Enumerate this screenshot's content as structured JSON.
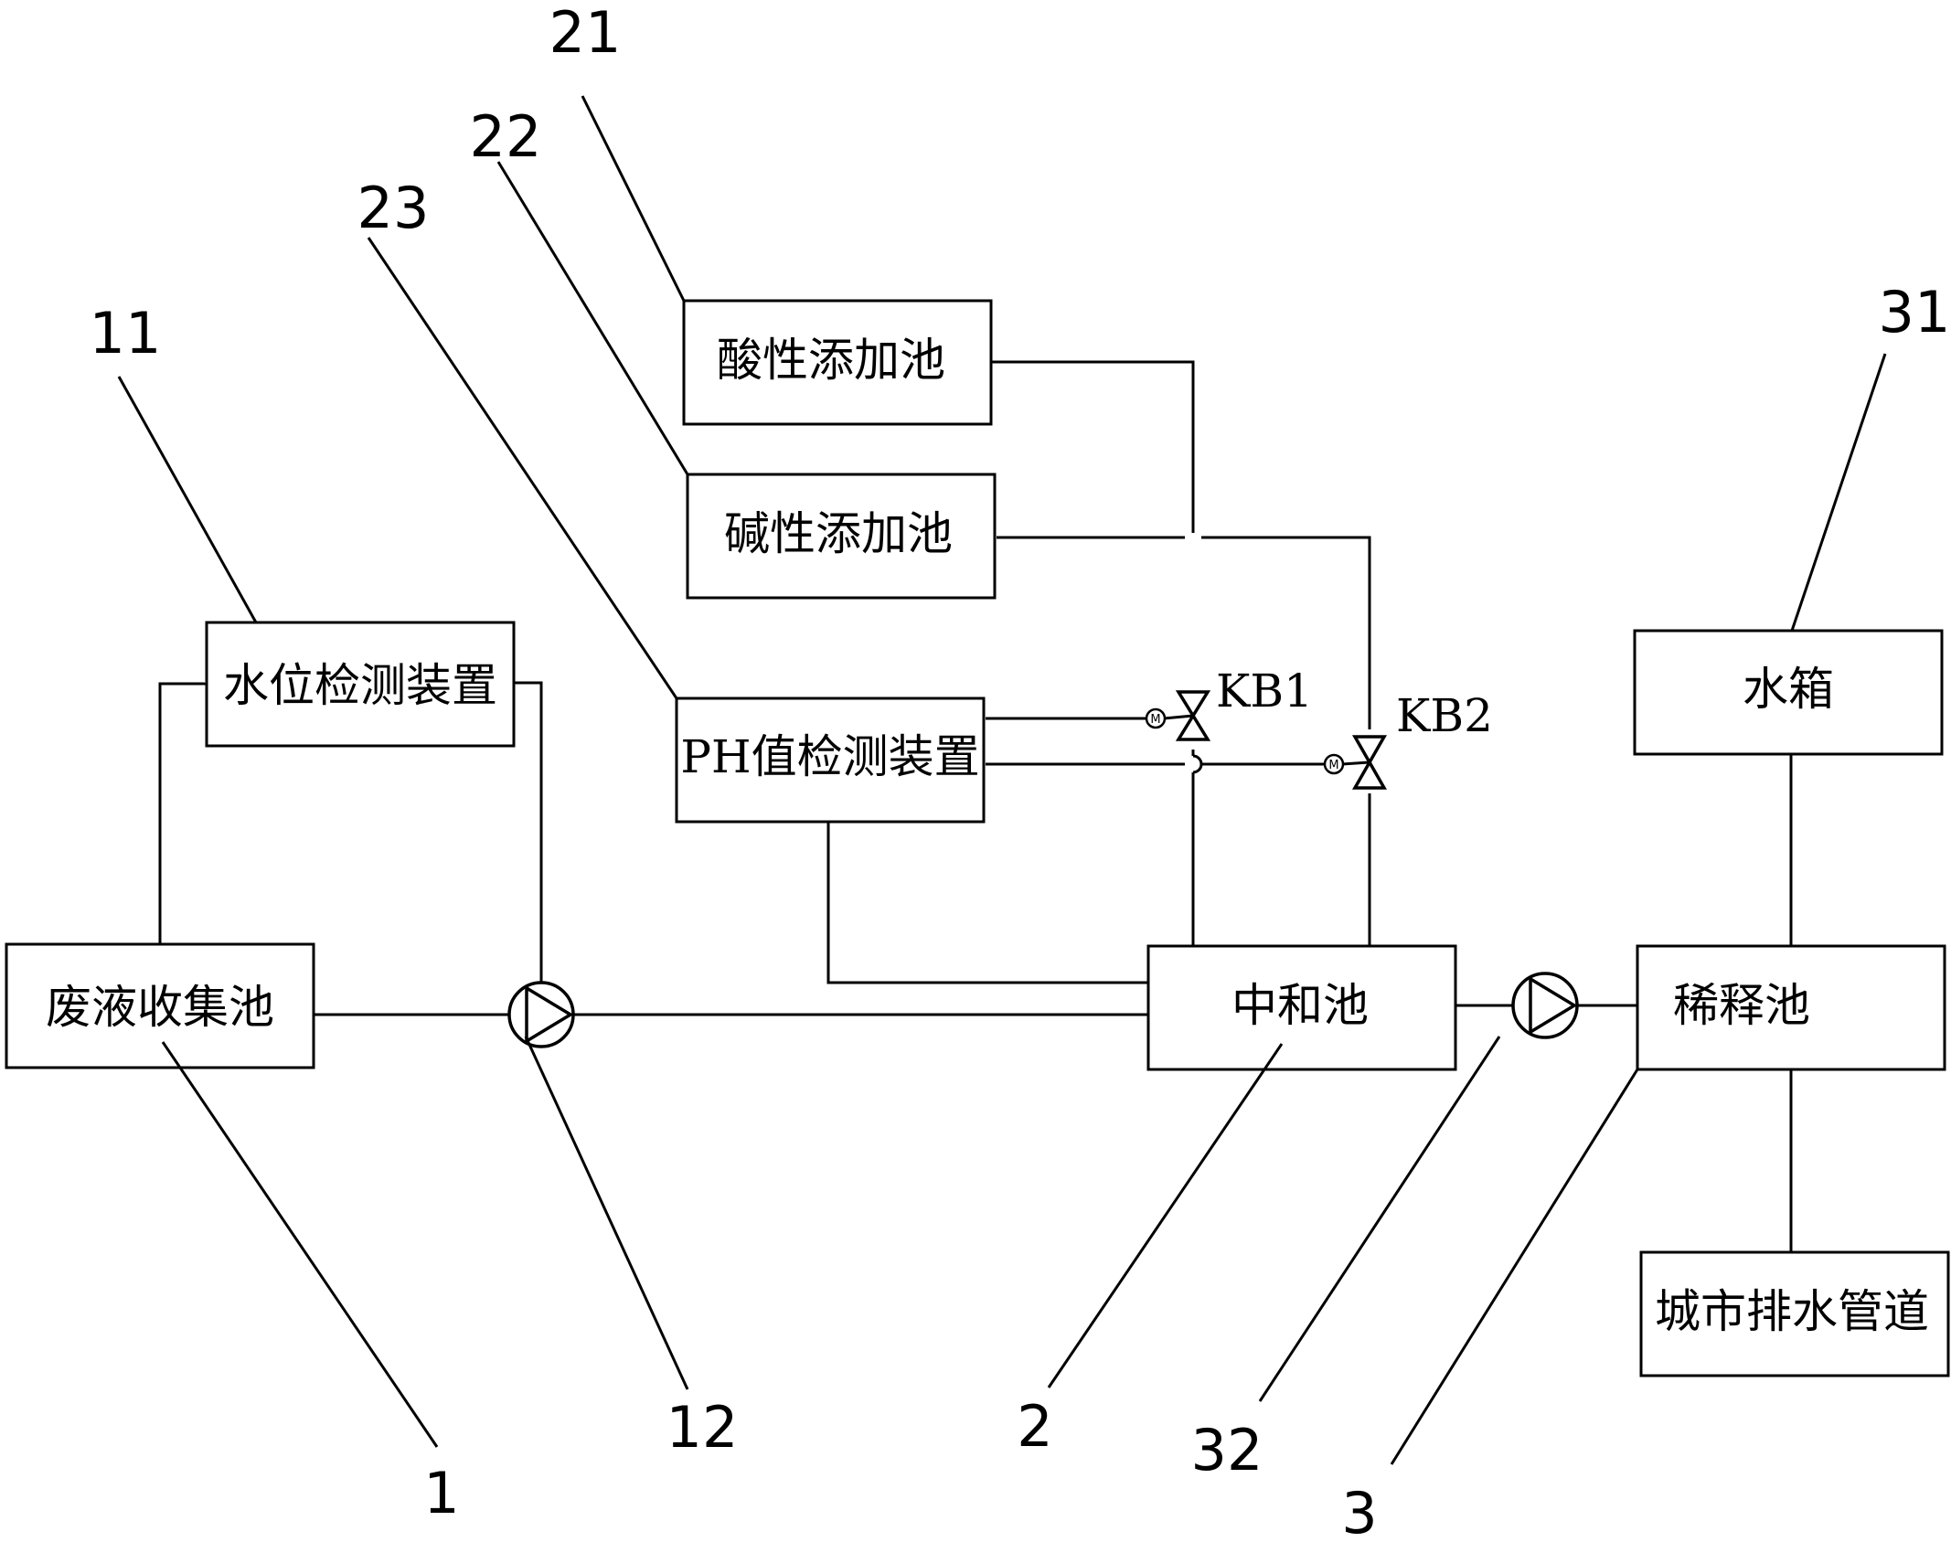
{
  "boxes": {
    "waste_pool": "废液收集池",
    "level_detector": "水位检测装置",
    "acid_pool": "酸性添加池",
    "alkali_pool": "碱性添加池",
    "ph_detector": "PH值检测装置",
    "neutral_pool": "中和池",
    "water_tank": "水箱",
    "dilution_pool": "稀释池",
    "city_drain": "城市排水管道"
  },
  "valves": {
    "kb1": "KB1",
    "kb2": "KB2"
  },
  "motor_symbol": "M",
  "refs": {
    "r1": "1",
    "r11": "11",
    "r12": "12",
    "r2": "2",
    "r21": "21",
    "r22": "22",
    "r23": "23",
    "r3": "3",
    "r31": "31",
    "r32": "32"
  }
}
